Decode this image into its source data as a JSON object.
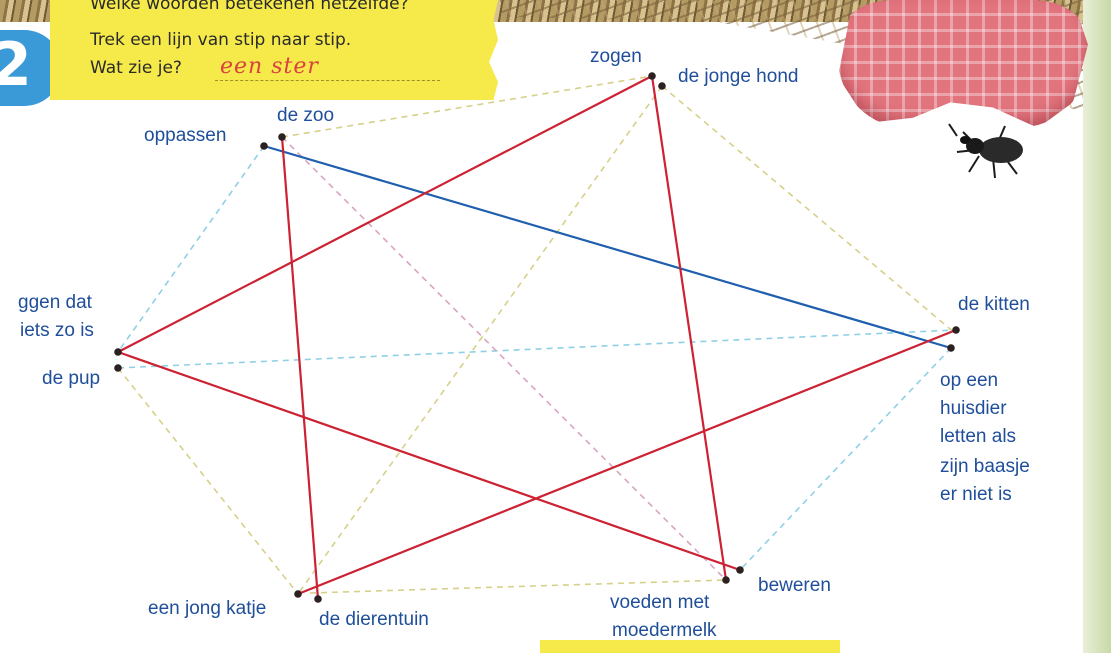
{
  "instruction": {
    "number": "2",
    "lines": [
      "Welke woorden betekenen hetzelfde?",
      "Trek een lijn van stip naar stip.",
      "Wat zie je?"
    ],
    "answer": "een ster"
  },
  "words": {
    "zogen": "zogen",
    "de_jonge_hond": "de jonge hond",
    "de_zoo": "de zoo",
    "oppassen": "oppassen",
    "zeggen_line1": "ggen dat",
    "zeggen_line2": "iets zo is",
    "de_pup": "de pup",
    "de_kitten": "de kitten",
    "op_een_huisdier": [
      "op een",
      "huisdier",
      "letten als",
      "zijn baasje",
      "er niet is"
    ],
    "een_jong_katje": "een jong katje",
    "de_dierentuin": "de dierentuin",
    "voeden_met": "voeden met",
    "moedermelk": "moedermelk",
    "beweren": "beweren"
  },
  "colors": {
    "word_text": "#1f4e9a",
    "answer_line": "#cc2233",
    "answer_line_blue": "#1f5fae",
    "guide_blue": "#8fd0e6",
    "guide_yellow": "#d7d08a",
    "guide_pink": "#d9a4c4",
    "note_yellow": "#f5ea4a"
  }
}
